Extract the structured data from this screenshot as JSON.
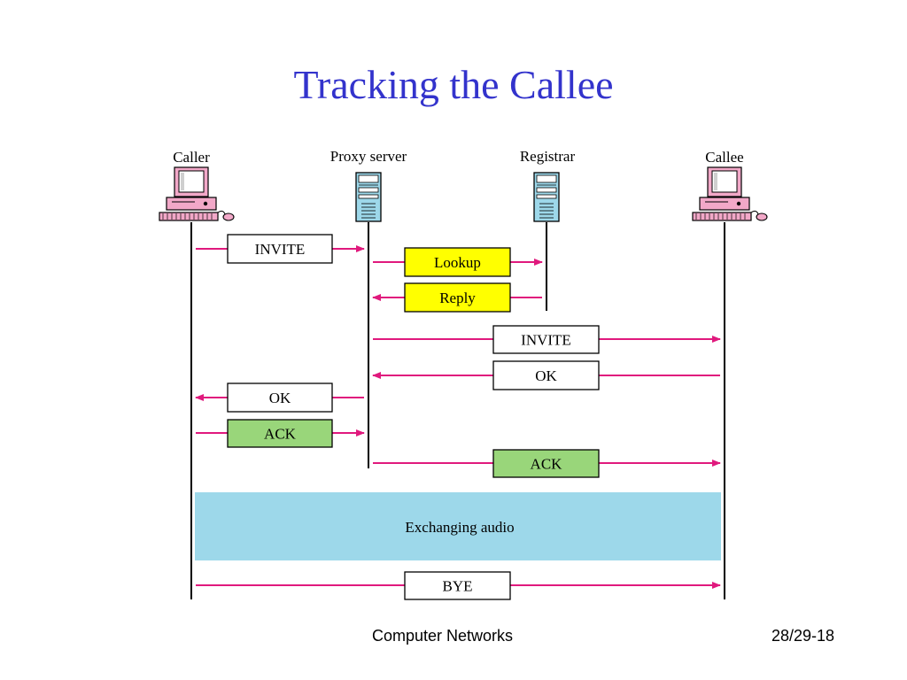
{
  "slide": {
    "title": "Tracking the Callee",
    "footer_left": "Computer Networks",
    "footer_right": "28/29-18"
  },
  "colors": {
    "title": "#3333cc",
    "arrow": "#e0197d",
    "request_box": "#ffff00",
    "ack_box": "#99d67a",
    "audio_band": "#9dd8ea",
    "plain_box": "#ffffff",
    "monitor": "#f2a8c8",
    "server": "#9dd8ea"
  },
  "entities": [
    {
      "id": "caller",
      "label": "Caller",
      "icon": "computer-icon"
    },
    {
      "id": "proxy",
      "label": "Proxy server",
      "icon": "server-icon"
    },
    {
      "id": "registrar",
      "label": "Registrar",
      "icon": "server-icon"
    },
    {
      "id": "callee",
      "label": "Callee",
      "icon": "computer-icon"
    }
  ],
  "messages": [
    {
      "label": "INVITE",
      "from": "caller",
      "to": "proxy",
      "style": "plain"
    },
    {
      "label": "Lookup",
      "from": "proxy",
      "to": "registrar",
      "style": "request"
    },
    {
      "label": "Reply",
      "from": "registrar",
      "to": "proxy",
      "style": "request"
    },
    {
      "label": "INVITE",
      "from": "proxy",
      "to": "callee",
      "style": "plain"
    },
    {
      "label": "OK",
      "from": "callee",
      "to": "proxy",
      "style": "plain"
    },
    {
      "label": "OK",
      "from": "proxy",
      "to": "caller",
      "style": "plain"
    },
    {
      "label": "ACK",
      "from": "caller",
      "to": "proxy",
      "style": "ack"
    },
    {
      "label": "ACK",
      "from": "proxy",
      "to": "callee",
      "style": "ack"
    }
  ],
  "exchange": {
    "label": "Exchanging audio"
  },
  "final_message": {
    "label": "BYE",
    "from": "caller",
    "to": "callee",
    "style": "plain"
  }
}
